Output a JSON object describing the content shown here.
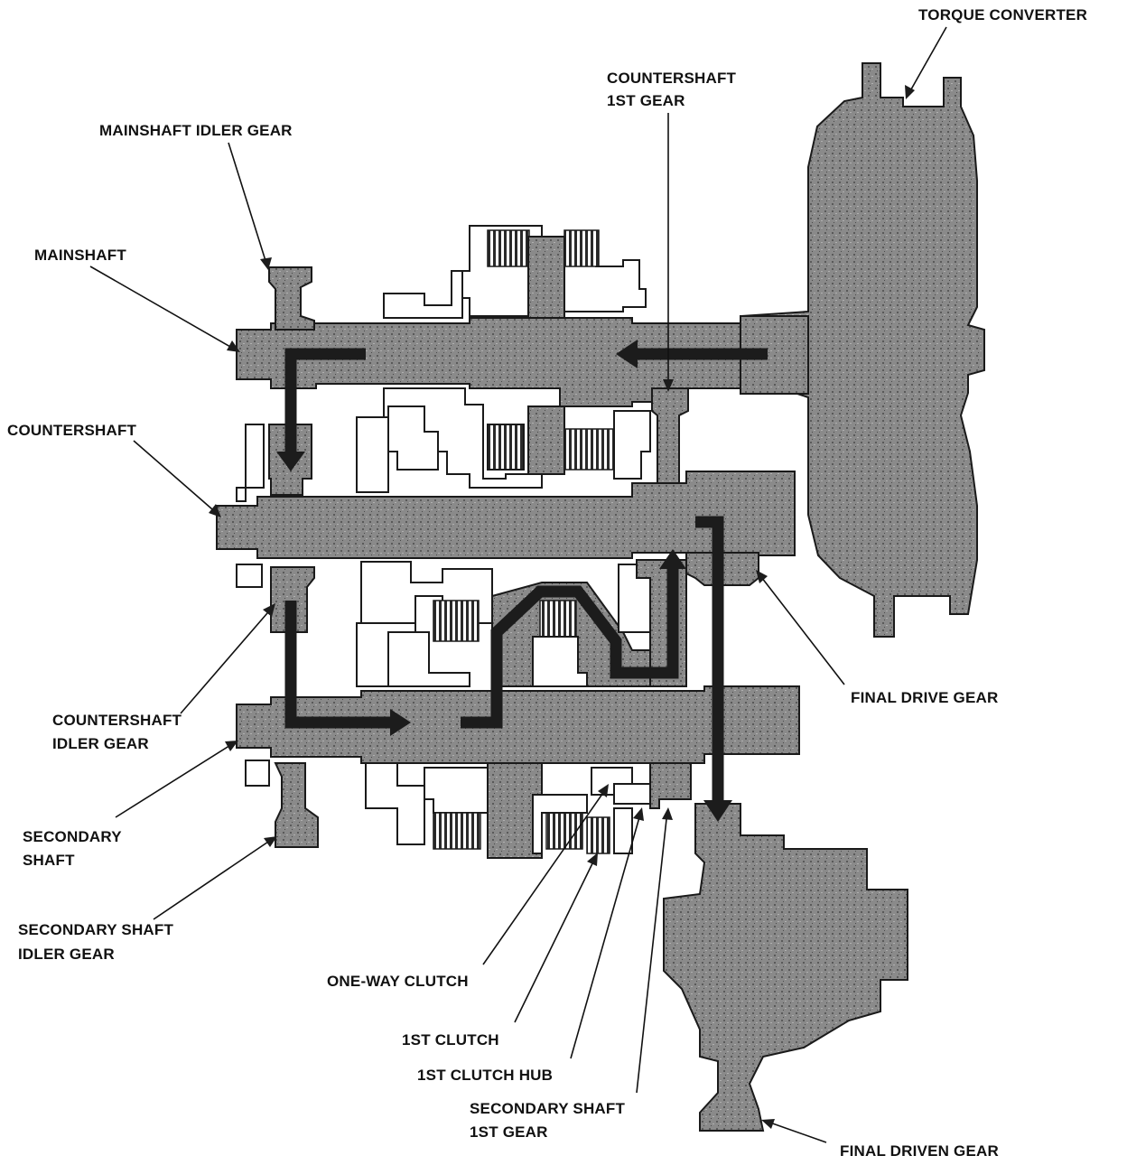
{
  "labels": {
    "torque_converter": "TORQUE CONVERTER",
    "countershaft_1st_gear_line1": "COUNTERSHAFT",
    "countershaft_1st_gear_line2": "1ST GEAR",
    "mainshaft_idler_gear": "MAINSHAFT IDLER GEAR",
    "mainshaft": "MAINSHAFT",
    "countershaft": "COUNTERSHAFT",
    "countershaft_idler_gear_line1": "COUNTERSHAFT",
    "countershaft_idler_gear_line2": "IDLER GEAR",
    "secondary_shaft_line1": "SECONDARY",
    "secondary_shaft_line2": "SHAFT",
    "secondary_shaft_idler_gear_line1": "SECONDARY SHAFT",
    "secondary_shaft_idler_gear_line2": "IDLER GEAR",
    "one_way_clutch": "ONE-WAY CLUTCH",
    "first_clutch": "1ST CLUTCH",
    "first_clutch_hub": "1ST CLUTCH HUB",
    "secondary_shaft_1st_gear_line1": "SECONDARY SHAFT",
    "secondary_shaft_1st_gear_line2": "1ST GEAR",
    "final_drive_gear": "FINAL DRIVE GEAR",
    "final_driven_gear": "FINAL DRIVEN GEAR"
  },
  "colors": {
    "shaft_fill": "#8c8c8c",
    "outline": "#1a1a1a",
    "power_flow": "#1c1c1c",
    "background": "#ffffff"
  }
}
